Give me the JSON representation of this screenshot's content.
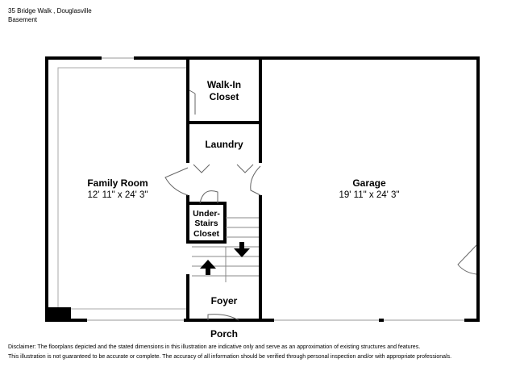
{
  "header": {
    "address": "35 Bridge Walk , Douglasville",
    "level": "Basement"
  },
  "rooms": {
    "family_room": {
      "name": "Family Room",
      "dims": "12' 11\" x 24' 3\""
    },
    "walk_in_closet": {
      "line1": "Walk-In",
      "line2": "Closet"
    },
    "laundry": {
      "name": "Laundry"
    },
    "under_stairs_closet": {
      "line1": "Under-",
      "line2": "Stairs",
      "line3": "Closet"
    },
    "foyer": {
      "name": "Foyer"
    },
    "garage": {
      "name": "Garage",
      "dims": "19' 11\" x 24' 3\""
    },
    "porch": {
      "name": "Porch"
    }
  },
  "disclaimer": {
    "line1": "Disclaimer: The floorplans depicted and the stated dimensions in this illustration are indicative only and serve as an approximation of existing structures and features.",
    "line2": "This illustration is not guaranteed to be accurate or complete. The accuracy of all information should be verified through personal inspection and/or with appropriate professionals."
  }
}
